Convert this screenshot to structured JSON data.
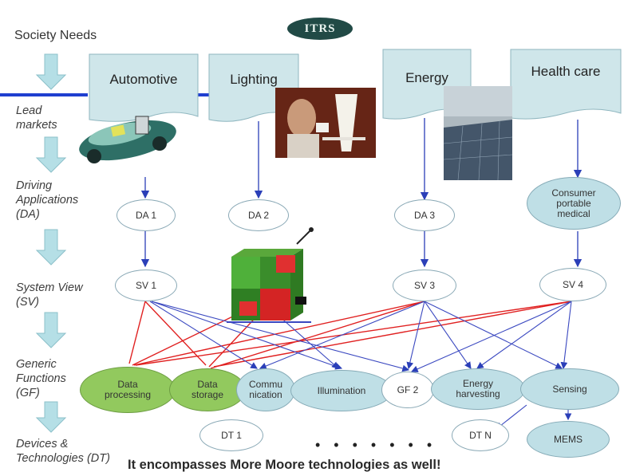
{
  "logo_text": "ITRS",
  "left_labels": {
    "society": "Society Needs",
    "lead": "Lead\nmarkets",
    "driving": "Driving\nApplications\n(DA)",
    "system": "System View\n(SV)",
    "generic": "Generic\nFunctions\n(GF)",
    "devices": "Devices &\nTechnologies (DT)"
  },
  "markets": {
    "automotive": "Automotive",
    "lighting": "Lighting",
    "energy": "Energy",
    "health": "Health care"
  },
  "da": {
    "da1": "DA 1",
    "da2": "DA 2",
    "da3": "DA 3",
    "da4": "Consumer\nportable\nmedical"
  },
  "sv": {
    "sv1": "SV 1",
    "sv3": "SV 3",
    "sv4": "SV 4"
  },
  "gf": {
    "data_processing": "Data\nprocessing",
    "data_storage": "Data\nstorage",
    "communication": "Commu\nnication",
    "illumination": "Illumination",
    "gf2": "GF 2",
    "energy_harvesting": "Energy\nharvesting",
    "sensing": "Sensing"
  },
  "dt": {
    "dt1": "DT 1",
    "dots": "• • • • • • •",
    "dtn": "DT N",
    "mems": "MEMS"
  },
  "footer": "It encompasses More Moore technologies as well!",
  "colors": {
    "blue_line": "#1f3fd0",
    "red_line": "#e02020",
    "tab_fill": "#cfe6ea",
    "green": "#92c95e"
  }
}
